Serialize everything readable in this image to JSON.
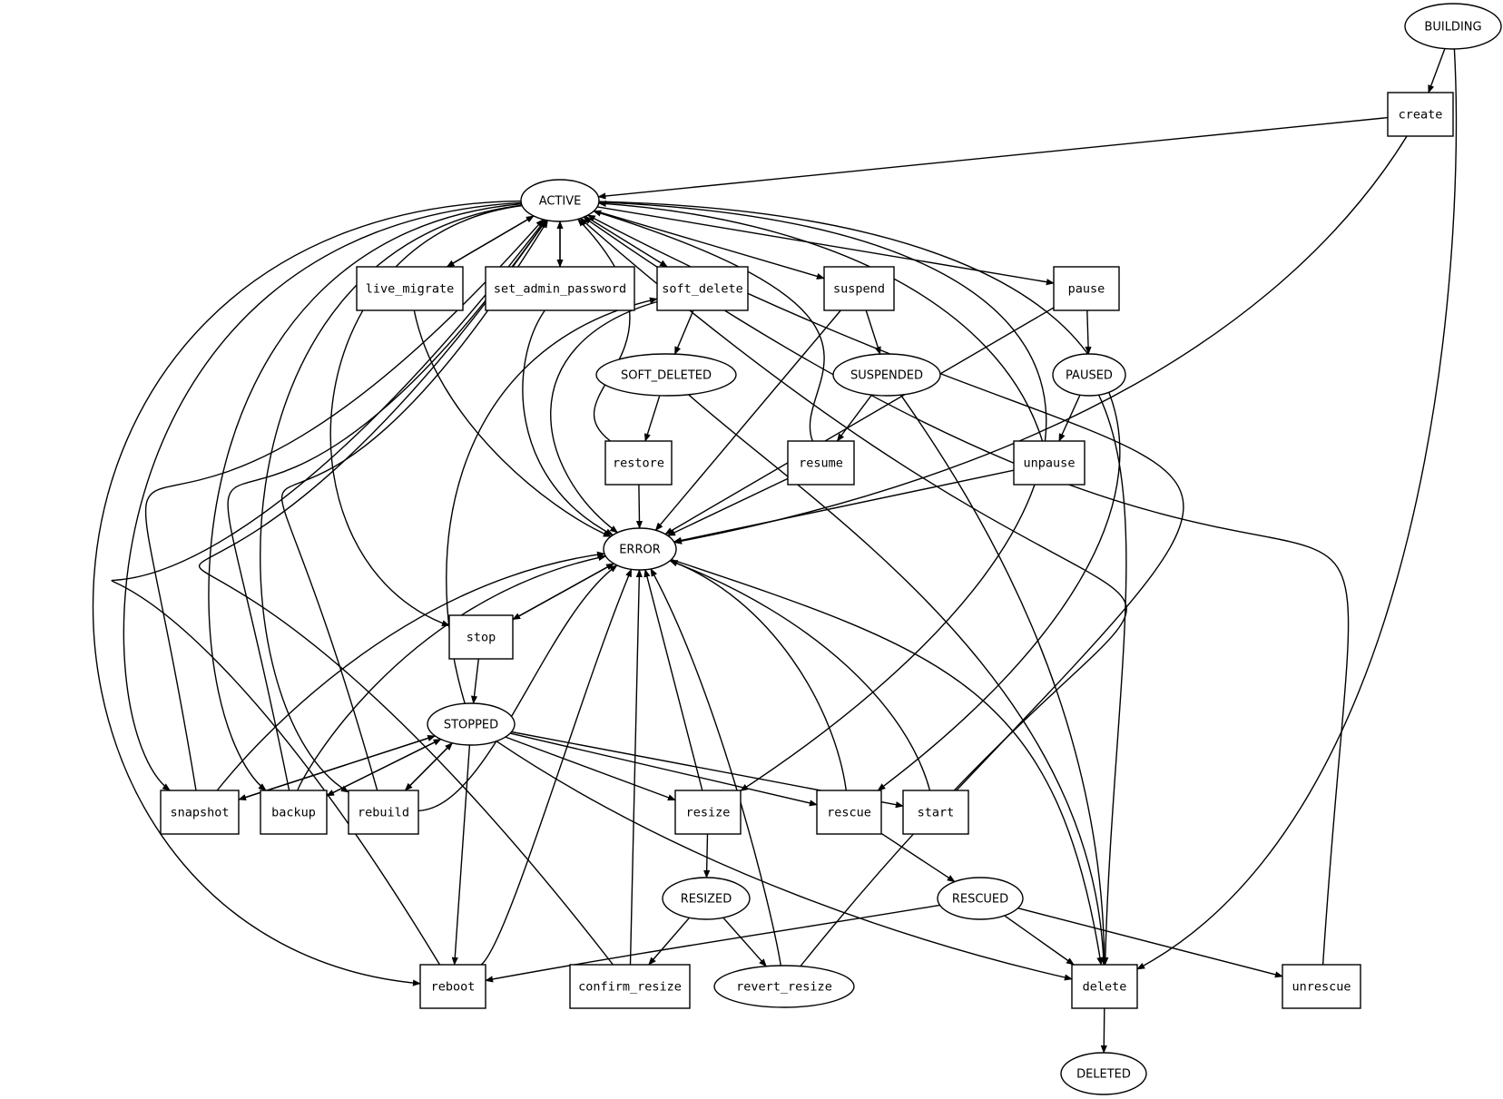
{
  "states": {
    "building": "BUILDING",
    "active": "ACTIVE",
    "soft_deleted": "SOFT_DELETED",
    "suspended": "SUSPENDED",
    "paused": "PAUSED",
    "error": "ERROR",
    "stopped": "STOPPED",
    "resized": "RESIZED",
    "rescued": "RESCUED",
    "revert_resize": "revert_resize",
    "deleted": "DELETED"
  },
  "actions": {
    "create": "create",
    "live_migrate": "live_migrate",
    "set_admin_password": "set_admin_password",
    "soft_delete": "soft_delete",
    "suspend": "suspend",
    "pause": "pause",
    "restore": "restore",
    "resume": "resume",
    "unpause": "unpause",
    "stop": "stop",
    "snapshot": "snapshot",
    "backup": "backup",
    "rebuild": "rebuild",
    "resize": "resize",
    "rescue": "rescue",
    "start": "start",
    "reboot": "reboot",
    "confirm_resize": "confirm_resize",
    "delete": "delete",
    "unrescue": "unrescue"
  },
  "edges": [
    [
      "building",
      "create"
    ],
    [
      "building",
      "delete"
    ],
    [
      "create",
      "active"
    ],
    [
      "create",
      "error"
    ],
    [
      "active",
      "live_migrate"
    ],
    [
      "live_migrate",
      "active"
    ],
    [
      "live_migrate",
      "error"
    ],
    [
      "active",
      "set_admin_password"
    ],
    [
      "set_admin_password",
      "active"
    ],
    [
      "set_admin_password",
      "error"
    ],
    [
      "active",
      "soft_delete"
    ],
    [
      "soft_delete",
      "soft_deleted"
    ],
    [
      "soft_delete",
      "error"
    ],
    [
      "active",
      "suspend"
    ],
    [
      "suspend",
      "suspended"
    ],
    [
      "suspend",
      "error"
    ],
    [
      "active",
      "pause"
    ],
    [
      "pause",
      "paused"
    ],
    [
      "pause",
      "error"
    ],
    [
      "soft_deleted",
      "restore"
    ],
    [
      "soft_deleted",
      "delete"
    ],
    [
      "restore",
      "active"
    ],
    [
      "restore",
      "error"
    ],
    [
      "suspended",
      "resume"
    ],
    [
      "suspended",
      "delete"
    ],
    [
      "resume",
      "active"
    ],
    [
      "resume",
      "error"
    ],
    [
      "paused",
      "unpause"
    ],
    [
      "paused",
      "delete"
    ],
    [
      "unpause",
      "active"
    ],
    [
      "unpause",
      "error"
    ],
    [
      "active",
      "stop"
    ],
    [
      "error",
      "stop"
    ],
    [
      "stop",
      "error"
    ],
    [
      "stop",
      "stopped"
    ],
    [
      "active",
      "snapshot"
    ],
    [
      "snapshot",
      "active"
    ],
    [
      "snapshot",
      "error"
    ],
    [
      "active",
      "backup"
    ],
    [
      "backup",
      "active"
    ],
    [
      "backup",
      "error"
    ],
    [
      "active",
      "rebuild"
    ],
    [
      "rebuild",
      "active"
    ],
    [
      "rebuild",
      "error"
    ],
    [
      "active",
      "resize"
    ],
    [
      "resize",
      "error"
    ],
    [
      "resize",
      "resized"
    ],
    [
      "active",
      "rescue"
    ],
    [
      "rescue",
      "error"
    ],
    [
      "rescue",
      "rescued"
    ],
    [
      "start",
      "active"
    ],
    [
      "start",
      "error"
    ],
    [
      "stopped",
      "soft_delete"
    ],
    [
      "stopped",
      "snapshot"
    ],
    [
      "stopped",
      "backup"
    ],
    [
      "stopped",
      "rebuild"
    ],
    [
      "snapshot",
      "stopped"
    ],
    [
      "backup",
      "stopped"
    ],
    [
      "rebuild",
      "stopped"
    ],
    [
      "stopped",
      "resize"
    ],
    [
      "stopped",
      "rescue"
    ],
    [
      "stopped",
      "start"
    ],
    [
      "stopped",
      "reboot"
    ],
    [
      "stopped",
      "delete"
    ],
    [
      "active",
      "reboot"
    ],
    [
      "reboot",
      "active"
    ],
    [
      "reboot",
      "error"
    ],
    [
      "resized",
      "confirm_resize"
    ],
    [
      "resized",
      "revert_resize"
    ],
    [
      "confirm_resize",
      "active"
    ],
    [
      "confirm_resize",
      "error"
    ],
    [
      "revert_resize",
      "active"
    ],
    [
      "revert_resize",
      "error"
    ],
    [
      "rescued",
      "reboot"
    ],
    [
      "rescued",
      "delete"
    ],
    [
      "rescued",
      "unrescue"
    ],
    [
      "unrescue",
      "active"
    ],
    [
      "error",
      "delete"
    ],
    [
      "delete",
      "deleted"
    ]
  ]
}
